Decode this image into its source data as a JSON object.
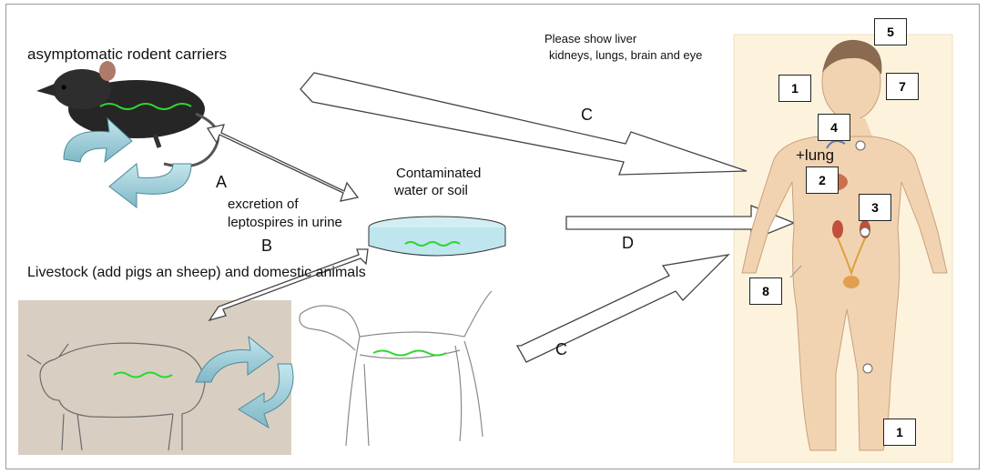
{
  "labels": {
    "rodent": "asymptomatic rodent carriers",
    "note_line1": "Please show liver",
    "note_line2": "kidneys, lungs, brain and eye",
    "water_line1": "Contaminated",
    "water_line2": "water or soil",
    "excretion_line1": "excretion of",
    "excretion_line2": "leptospires in urine",
    "livestock": "Livestock (add pigs an sheep) and domestic animals",
    "lung": "+lung"
  },
  "arrows": {
    "a": "A",
    "b": "B",
    "c_top": "C",
    "d": "D",
    "c_bottom": "C"
  },
  "boxes": {
    "b5": "5",
    "b1_head": "1",
    "b7": "7",
    "b4": "4",
    "b2": "2",
    "b3": "3",
    "b8": "8",
    "b1_foot": "1"
  },
  "colors": {
    "leptospira": "#2fd62f",
    "cycle_arrow": "#9fd0dc",
    "body_panel": "#fdf3dd",
    "skin": "#f1d3b2",
    "photo_bg": "#d8cfc2"
  }
}
